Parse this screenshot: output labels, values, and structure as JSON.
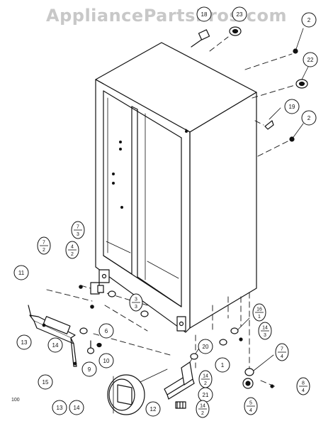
{
  "watermark": "AppliancePartsPros.com",
  "drawing_code": "100",
  "callouts": [
    {
      "id": "c-18",
      "text": "18"
    },
    {
      "id": "c-23",
      "text": "23"
    },
    {
      "id": "c-2a",
      "text": "2"
    },
    {
      "id": "c-22",
      "text": "22"
    },
    {
      "id": "c-19",
      "text": "19"
    },
    {
      "id": "c-2b",
      "text": "2"
    },
    {
      "id": "c-7-2a",
      "num": "7",
      "den": "2"
    },
    {
      "id": "c-4-2",
      "num": "4",
      "den": "2"
    },
    {
      "id": "c-7-3",
      "num": "7",
      "den": "3"
    },
    {
      "id": "c-11",
      "text": "11"
    },
    {
      "id": "c-6",
      "text": "6"
    },
    {
      "id": "c-3-3",
      "num": "3",
      "den": "3"
    },
    {
      "id": "c-13a",
      "text": "13"
    },
    {
      "id": "c-14a",
      "text": "14"
    },
    {
      "id": "c-15",
      "text": "15"
    },
    {
      "id": "c-9",
      "text": "9"
    },
    {
      "id": "c-10",
      "text": "10"
    },
    {
      "id": "c-16-1",
      "num": "16",
      "den": "1"
    },
    {
      "id": "c-14-3",
      "num": "14",
      "den": "3"
    },
    {
      "id": "c-1",
      "text": "1"
    },
    {
      "id": "c-7-4",
      "num": "7",
      "den": "4"
    },
    {
      "id": "c-20",
      "text": "20"
    },
    {
      "id": "c-14-2a",
      "num": "14",
      "den": "2"
    },
    {
      "id": "c-21",
      "text": "21"
    },
    {
      "id": "c-14-2b",
      "num": "14",
      "den": "2"
    },
    {
      "id": "c-5-4",
      "num": "5",
      "den": "4"
    },
    {
      "id": "c-8-4",
      "num": "8",
      "den": "4"
    },
    {
      "id": "c-12",
      "text": "12"
    },
    {
      "id": "c-13b",
      "text": "13"
    },
    {
      "id": "c-14b",
      "text": "14"
    }
  ]
}
